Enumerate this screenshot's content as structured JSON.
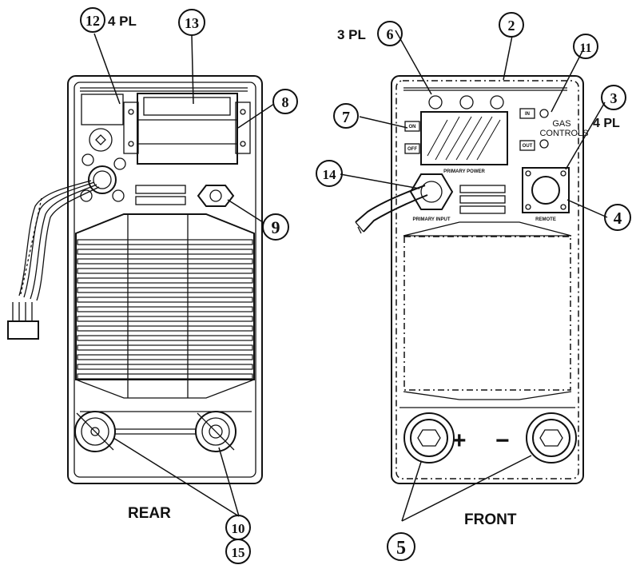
{
  "views": {
    "rear": {
      "title": "REAR"
    },
    "front": {
      "title": "FRONT"
    }
  },
  "callouts": {
    "c2": "2",
    "c3": "3",
    "c4": "4",
    "c5": "5",
    "c6": "6",
    "c7": "7",
    "c8": "8",
    "c9": "9",
    "c10": "10",
    "c11": "11",
    "c12": "12",
    "c13": "13",
    "c14": "14",
    "c15": "15"
  },
  "qty_notes": {
    "c12": "4 PL",
    "c6": "3 PL",
    "c3": "4 PL"
  },
  "panel_text": {
    "on": "ON",
    "off": "OFF",
    "in": "IN",
    "out": "OUT",
    "gas": "GAS",
    "controls": "CONTROLS",
    "primary_power": "PRIMARY POWER",
    "primary_input": "PRIMARY INPUT",
    "remote": "REMOTE",
    "plus": "+",
    "minus": "−"
  }
}
